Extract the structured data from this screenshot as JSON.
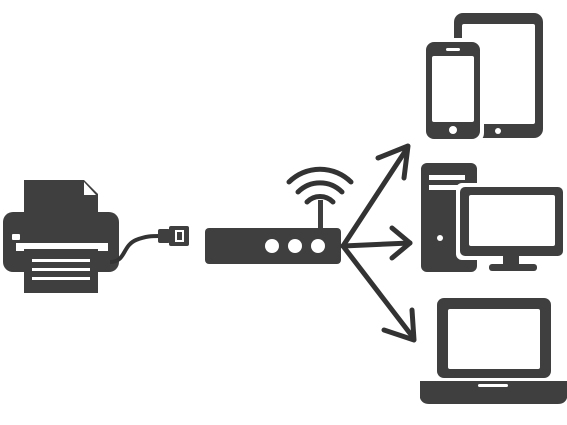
{
  "diagram": {
    "colors": {
      "device": "#3f3f3f",
      "device_dark": "#333333",
      "screen": "#ffffff",
      "background": "#ffffff",
      "led": "#ffffff"
    },
    "nodes": [
      {
        "id": "printer",
        "icon": "printer-icon"
      },
      {
        "id": "ethernet-plug",
        "icon": "rj45-connector-icon"
      },
      {
        "id": "router",
        "icon": "wireless-router-icon"
      },
      {
        "id": "wifi-signal",
        "icon": "wifi-signal-icon"
      },
      {
        "id": "tablet",
        "icon": "tablet-icon"
      },
      {
        "id": "smartphone",
        "icon": "smartphone-icon"
      },
      {
        "id": "desktop-computer",
        "icon": "desktop-computer-icon"
      },
      {
        "id": "laptop",
        "icon": "laptop-icon"
      }
    ],
    "edges": [
      {
        "from": "printer",
        "to": "router",
        "style": "cable"
      },
      {
        "from": "router",
        "to": "smartphone",
        "style": "arrow"
      },
      {
        "from": "router",
        "to": "desktop-computer",
        "style": "arrow"
      },
      {
        "from": "router",
        "to": "laptop",
        "style": "arrow"
      }
    ]
  }
}
